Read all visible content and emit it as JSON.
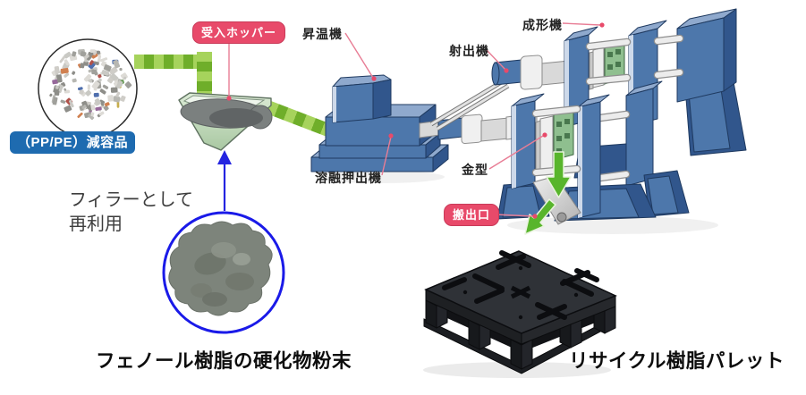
{
  "diagram": {
    "badges": {
      "hopper": "受入ホッパー",
      "outlet": "搬出口",
      "material": "（PP/PE）減容品"
    },
    "machine_labels": {
      "heater": "昇温機",
      "injector": "射出機",
      "molder": "成形機",
      "extruder": "溶融押出機",
      "mold": "金型"
    },
    "notes": {
      "filler_line1": "フィラーとして",
      "filler_line2": "再利用"
    },
    "captions": {
      "powder": "フェノール樹脂の硬化物粉末",
      "pallet": "リサイクル樹脂パレット"
    },
    "colors": {
      "accent_red": "#e84a6a",
      "accent_blue": "#1e6bb0",
      "photo_circle_blue": "#1a1ae8",
      "filler_arrow_blue": "#2424e0",
      "machine_blue": "#4d77ab",
      "mold_green": "#8fbf8f",
      "flow_green_light": "#a6d35c",
      "flow_green_dark": "#6fae2a",
      "arrow_green": "#58b52c",
      "hopper_green": "#cfe3c9",
      "pallet_black": "#2f3237"
    }
  }
}
